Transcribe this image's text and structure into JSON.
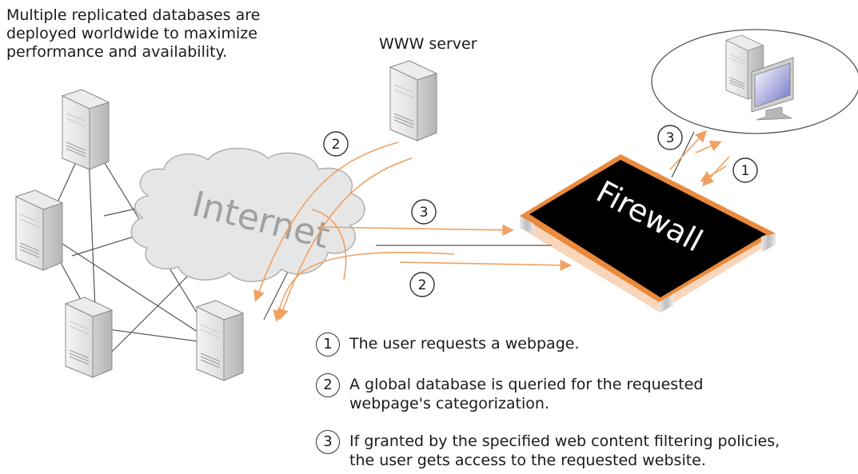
{
  "intro_text": [
    "Multiple replicated databases are",
    "deployed worldwide to maximize",
    "performance and availability."
  ],
  "www_server_label": "WWW server",
  "internet_label": "Internet",
  "firewall_label": "Firewall",
  "step_markers": [
    "1",
    "2",
    "3"
  ],
  "legend": [
    {
      "num": "1",
      "lines": [
        "The user requests a webpage."
      ]
    },
    {
      "num": "2",
      "lines": [
        "A global database is queried for the requested",
        "webpage's categorization."
      ]
    },
    {
      "num": "3",
      "lines": [
        "If granted by the specified web content filtering policies,",
        "the user gets access to the requested website."
      ]
    }
  ],
  "colors": {
    "arrow": "#f0a060",
    "line": "#555555",
    "cloud_fill": "#e6e6e6",
    "firewall_body": "#000000",
    "firewall_rim": "#ea8a3c"
  },
  "icons": [
    "server-icon",
    "workstation-icon",
    "cloud-icon",
    "firewall-appliance"
  ]
}
